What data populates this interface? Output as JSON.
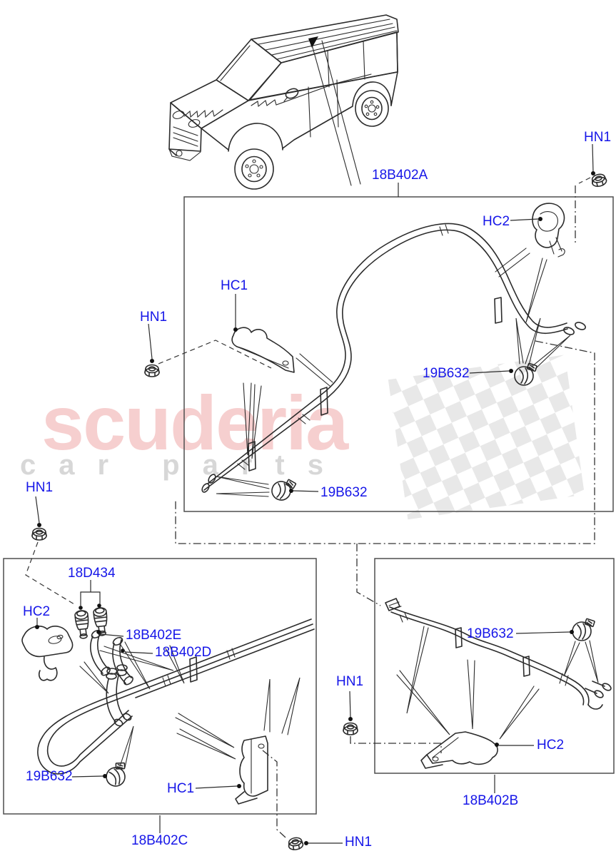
{
  "brand_watermark": {
    "name": "scuderia",
    "tagline": "car parts"
  },
  "colors": {
    "label_blue": "#1616e8",
    "line_art": "#2b2b2b",
    "watermark_red": "rgba(219,70,70,0.26)",
    "watermark_gray": "rgba(150,150,150,0.38)",
    "flag_gray": "#e4e4e4"
  },
  "icons": {
    "hex_nut": "hex-nut-icon",
    "hose_clamp": "hose-clamp-icon",
    "pipe_clip": "pipe-clip-icon",
    "valve": "bleed-valve-icon",
    "checkered_flag": "checkered-flag-watermark",
    "vehicle": "suv-line-drawing"
  },
  "callouts": [
    {
      "id": "front-assembly",
      "label": "18B402A"
    },
    {
      "id": "nut-top-right",
      "label": "HN1"
    },
    {
      "id": "clip-front-right",
      "label": "HC2"
    },
    {
      "id": "clip-front-left",
      "label": "HC1"
    },
    {
      "id": "nut-front-left",
      "label": "HN1"
    },
    {
      "id": "clamp-front-right",
      "label": "19B632"
    },
    {
      "id": "clamp-front-bottom",
      "label": "19B632"
    },
    {
      "id": "nut-mid-left",
      "label": "HN1"
    },
    {
      "id": "valve-pair",
      "label": "18D434"
    },
    {
      "id": "clip-rear-left",
      "label": "HC2"
    },
    {
      "id": "hose-e",
      "label": "18B402E"
    },
    {
      "id": "hose-d",
      "label": "18B402D"
    },
    {
      "id": "clamp-rear-left",
      "label": "19B632"
    },
    {
      "id": "clip-rear-left-2",
      "label": "HC1"
    },
    {
      "id": "rear-left-assembly",
      "label": "18B402C"
    },
    {
      "id": "nut-bottom-center",
      "label": "HN1"
    },
    {
      "id": "clamp-rear-right",
      "label": "19B632"
    },
    {
      "id": "nut-rear-right",
      "label": "HN1"
    },
    {
      "id": "clip-rear-right",
      "label": "HC2"
    },
    {
      "id": "rear-right-assembly",
      "label": "18B402B"
    }
  ]
}
